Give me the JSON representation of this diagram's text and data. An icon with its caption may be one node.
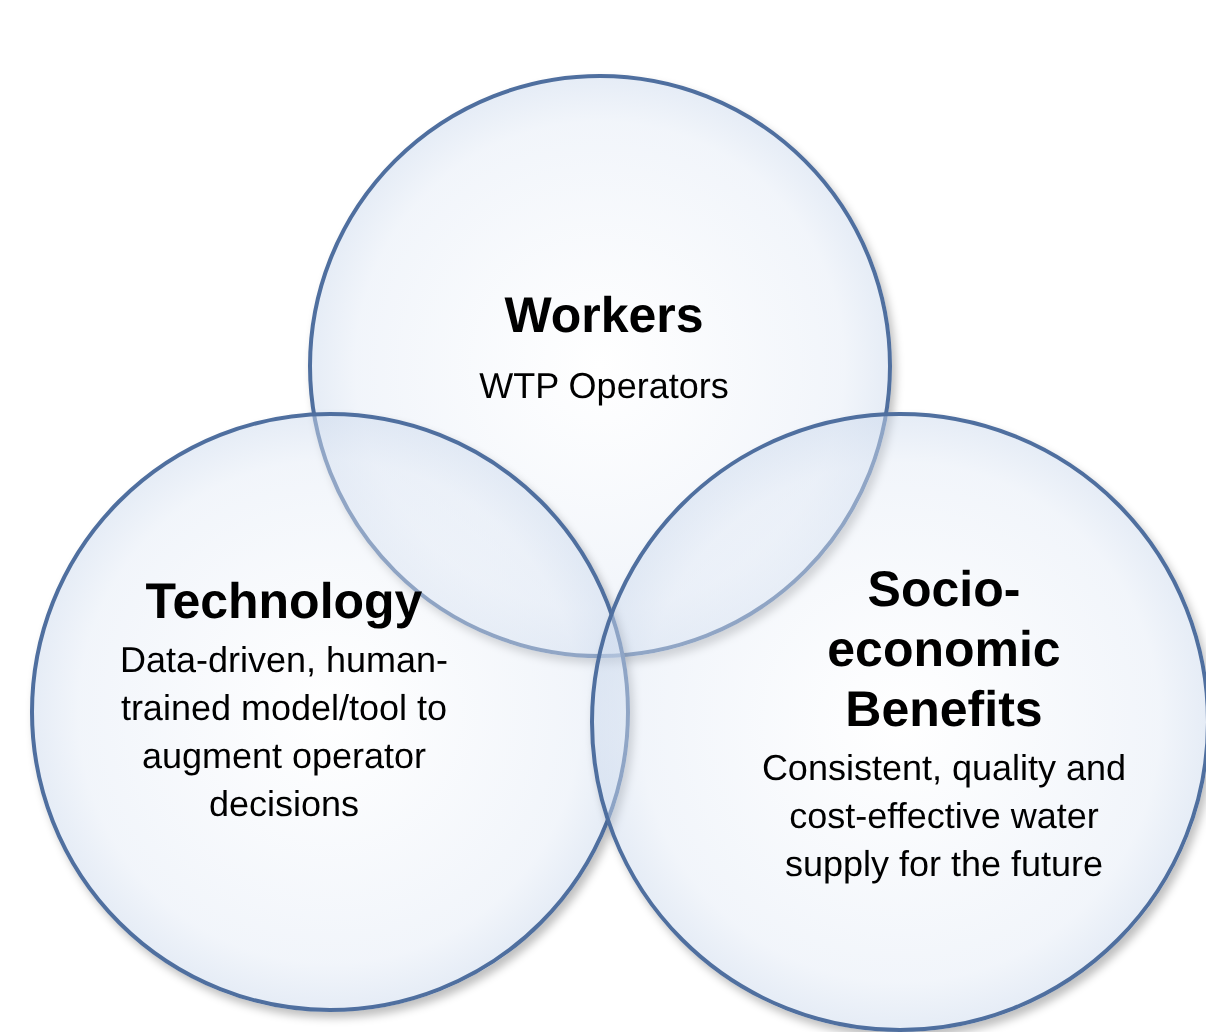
{
  "diagram": {
    "nodes": [
      {
        "text": [
          "Workers",
          "WTP Operators"
        ]
      },
      {
        "text": [
          "Technology",
          "Data-driven, human-trained model/tool to augment operator decisions"
        ]
      },
      {
        "text": [
          "Socio-economic Benefits",
          "Consistent, quality and cost-effective water supply for the future"
        ]
      }
    ]
  }
}
